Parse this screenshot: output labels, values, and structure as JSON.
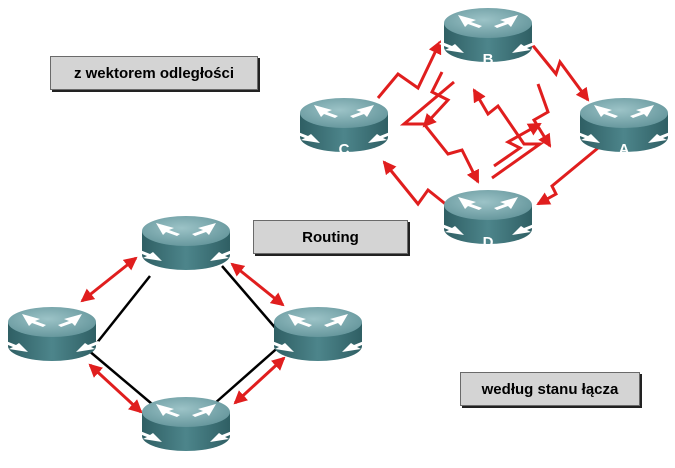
{
  "labels": {
    "distance_vector": "z wektorem odległości",
    "routing": "Routing",
    "link_state": "według stanu łącza"
  },
  "routers": {
    "a": "A",
    "b": "B",
    "c": "C",
    "d": "D"
  },
  "colors": {
    "router_top": "#6f9fa4",
    "router_side": "#3f7278",
    "arrow": "#e01e1e",
    "link": "#000000",
    "label_bg": "#d4d4d4"
  },
  "icons": {
    "router": "router-icon",
    "arrow": "red-arrow"
  }
}
